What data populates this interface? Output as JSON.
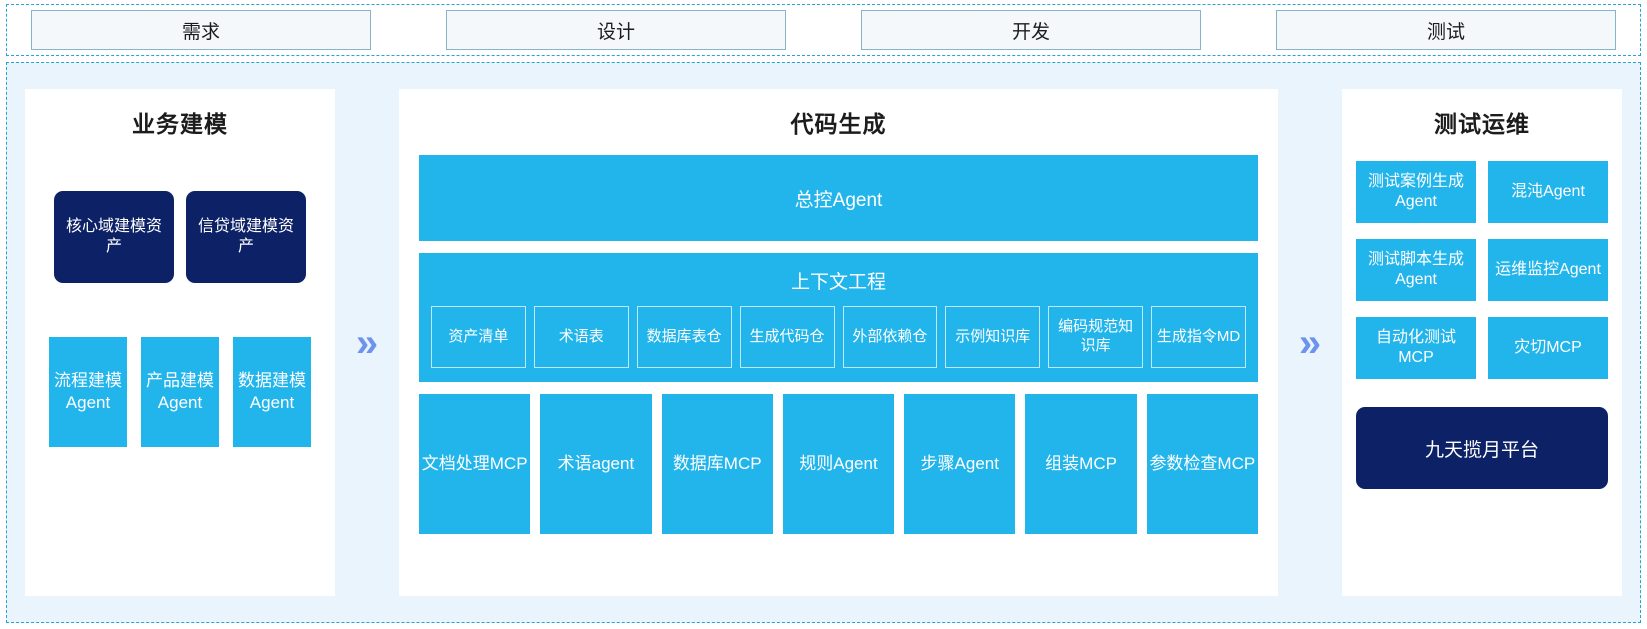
{
  "phases": [
    {
      "label": "需求"
    },
    {
      "label": "设计"
    },
    {
      "label": "开发"
    },
    {
      "label": "测试"
    }
  ],
  "arrows": {
    "glyph": "»",
    "name": "double-chevron-right-icon",
    "color": "#6d93ef"
  },
  "colors": {
    "accent_blue": "#22b5ec",
    "dark_navy": "#0d2166",
    "panel_bg": "#ffffff",
    "canvas_bg": "#eaf4fd",
    "dashed_border": "#29a3d4",
    "phase_box_border": "#88b4c9",
    "phase_box_bg": "#f4f8fa"
  },
  "business_modeling": {
    "title": "业务建模",
    "assets": [
      {
        "label": "核心域建模资产"
      },
      {
        "label": "信贷域建模资产"
      }
    ],
    "agents": [
      {
        "label": "流程建模Agent"
      },
      {
        "label": "产品建模Agent"
      },
      {
        "label": "数据建模Agent"
      }
    ]
  },
  "code_generation": {
    "title": "代码生成",
    "master_agent": "总控Agent",
    "context": {
      "title": "上下文工程",
      "items": [
        {
          "label": "资产清单"
        },
        {
          "label": "术语表"
        },
        {
          "label": "数据库表仓"
        },
        {
          "label": "生成代码仓"
        },
        {
          "label": "外部依赖仓"
        },
        {
          "label": "示例知识库"
        },
        {
          "label": "编码规范知识库"
        },
        {
          "label": "生成指令MD"
        }
      ]
    },
    "tools": [
      {
        "label": "文档处理MCP"
      },
      {
        "label": "术语agent"
      },
      {
        "label": "数据库MCP"
      },
      {
        "label": "规则Agent"
      },
      {
        "label": "步骤Agent"
      },
      {
        "label": "组装MCP"
      },
      {
        "label": "参数检查MCP"
      }
    ]
  },
  "test_ops": {
    "title": "测试运维",
    "cards": [
      {
        "label": "测试案例生成Agent"
      },
      {
        "label": "混沌Agent"
      },
      {
        "label": "测试脚本生成Agent"
      },
      {
        "label": "运维监控Agent"
      },
      {
        "label": "自动化测试MCP"
      },
      {
        "label": "灾切MCP"
      }
    ],
    "platform": "九天揽月平台"
  }
}
